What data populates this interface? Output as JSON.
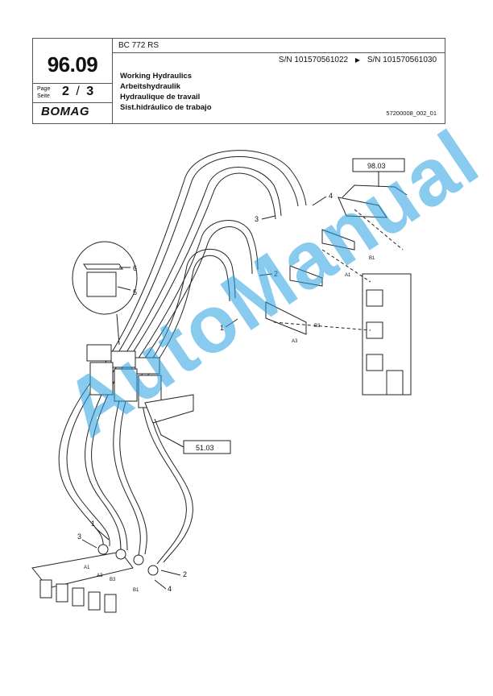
{
  "header": {
    "model": "BC 772 RS",
    "serial_from": "S/N 101570561022",
    "serial_to": "S/N 101570561030",
    "section": "96.09",
    "page_label_en": "Page",
    "page_label_de": "Seite",
    "page_number": "2",
    "page_sep": "/",
    "page_total": "3",
    "logo": "BOMAG",
    "titles": [
      "Working Hydraulics",
      "Arbeitshydraulik",
      "Hydraulique de travail",
      "Sist.hidráulico de trabajo"
    ],
    "doc_number": "57200008_002_01"
  },
  "drawing": {
    "ref_top": "98.03",
    "ref_bottom": "51.03",
    "callouts_top": [
      "1",
      "2",
      "3",
      "4"
    ],
    "callouts_clamp": [
      "5",
      "6"
    ],
    "callouts_bottom": [
      "1",
      "2",
      "3",
      "4"
    ],
    "ports_top": [
      "A1",
      "B1",
      "A3",
      "B3"
    ],
    "ports_bottom": [
      "A1",
      "A3",
      "B3",
      "B1"
    ]
  },
  "watermark": "AutoManual",
  "colors": {
    "watermark": "#28a0e1",
    "line": "#222222"
  }
}
